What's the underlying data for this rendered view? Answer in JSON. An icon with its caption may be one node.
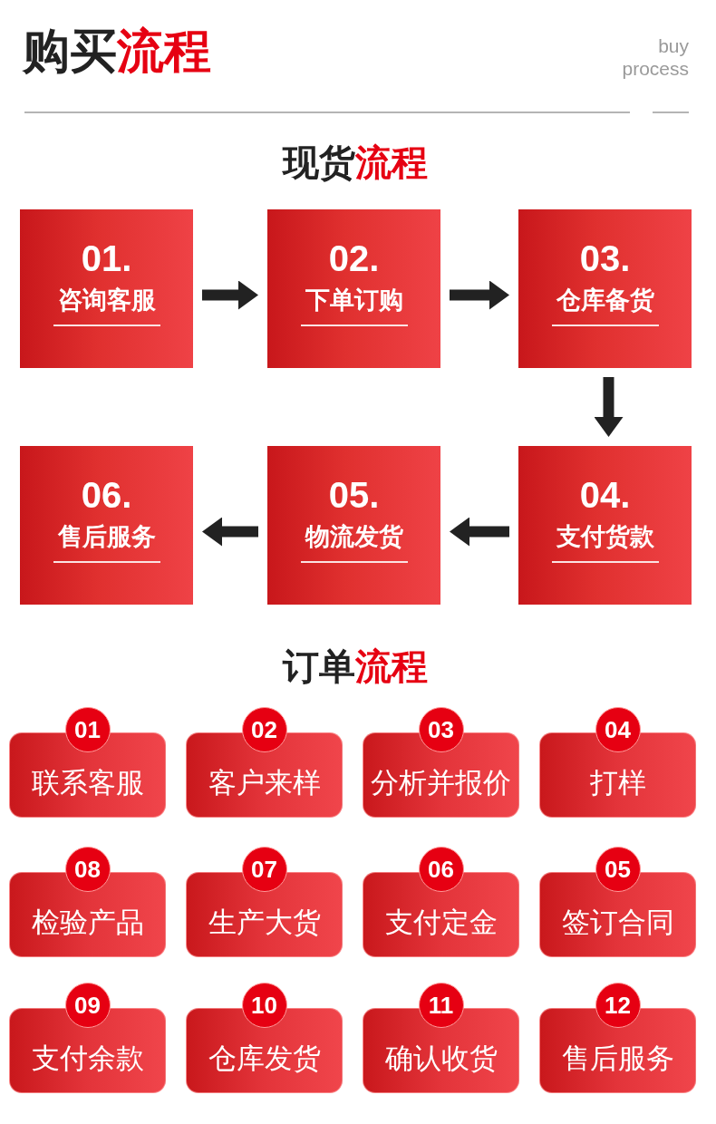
{
  "diagram": {
    "title": "购买**流程**",
    "nodes": [
      {
        "text": [
          "01.",
          "咨询客服"
        ]
      },
      {
        "text": [
          "02.",
          "下单订购"
        ]
      },
      {
        "text": [
          "03.",
          "仓库备货"
        ]
      },
      {
        "text": [
          "06.",
          "售后服务"
        ]
      },
      {
        "text": [
          "05.",
          "物流发货"
        ]
      },
      {
        "text": [
          "04.",
          "支付货款"
        ]
      },
      {
        "text": [
          "01",
          "联系客服"
        ]
      },
      {
        "text": [
          "02",
          "客户来样"
        ]
      },
      {
        "text": [
          "03",
          "分析并报价"
        ]
      },
      {
        "text": [
          "04",
          "打样"
        ]
      },
      {
        "text": [
          "08",
          "检验产品"
        ]
      },
      {
        "text": [
          "07",
          "生产大货"
        ]
      },
      {
        "text": [
          "06",
          "支付定金"
        ]
      },
      {
        "text": [
          "05",
          "签订合同"
        ]
      },
      {
        "text": [
          "09",
          "支付余款"
        ]
      },
      {
        "text": [
          "10",
          "仓库发货"
        ]
      },
      {
        "text": [
          "11",
          "确认收货"
        ]
      },
      {
        "text": [
          "12",
          "售后服务"
        ]
      }
    ],
    "edges": [
      {
        "from": 0,
        "to": 1,
        "arrow": "to"
      },
      {
        "from": 1,
        "to": 2,
        "arrow": "to"
      },
      {
        "from": 2,
        "to": 5,
        "arrow": "to"
      },
      {
        "from": 5,
        "to": 4,
        "arrow": "to"
      },
      {
        "from": 4,
        "to": 3,
        "arrow": "to"
      }
    ],
    "labels": [
      "buy process",
      "现货**流程**",
      "订单**流程**"
    ]
  }
}
